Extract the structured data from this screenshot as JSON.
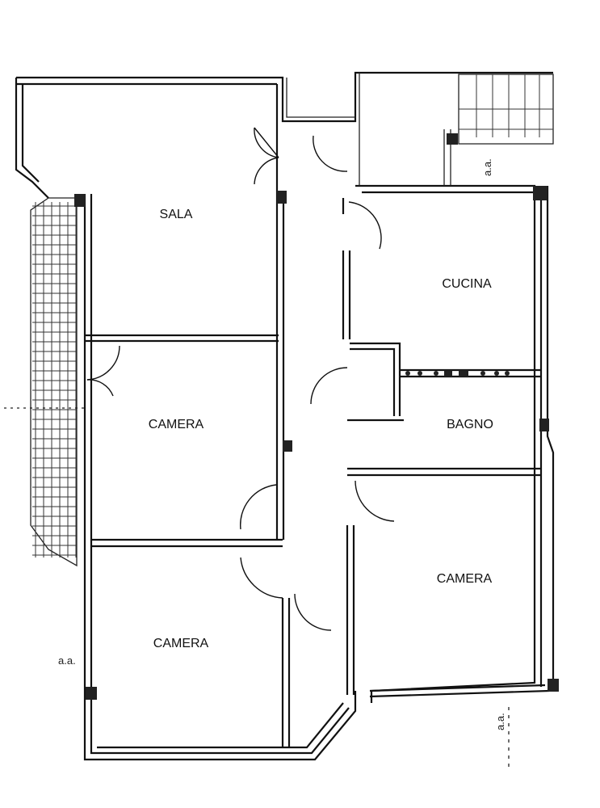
{
  "rooms": {
    "sala": "SALA",
    "cucina": "CUCINA",
    "bagno": "BAGNO",
    "camera_left_mid": "CAMERA",
    "camera_left_bottom": "CAMERA",
    "camera_right": "CAMERA"
  },
  "notes": {
    "top_right_mark": "a.a.",
    "left_mark": "a.a.",
    "bottom_right_mark": "a.a."
  },
  "colors": {
    "ink": "#111111",
    "paper": "#ffffff"
  }
}
